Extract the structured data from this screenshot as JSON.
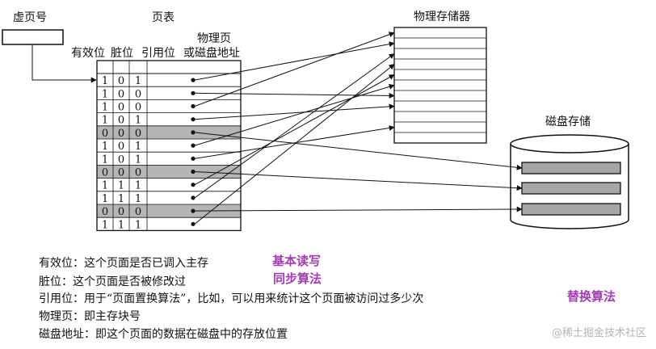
{
  "labels": {
    "virtual_page": "虚页号",
    "page_table": "页表",
    "col_valid": "有效位",
    "col_dirty": "脏位",
    "col_ref": "引用位",
    "col_addr_line1": "物理页",
    "col_addr_line2": "或磁盘地址",
    "physical_memory": "物理存储器",
    "disk": "磁盘存储"
  },
  "rows": [
    {
      "valid": "1",
      "dirty": "0",
      "ref": "1",
      "target": "mem",
      "slot": 1
    },
    {
      "valid": "1",
      "dirty": "0",
      "ref": "0",
      "target": "mem",
      "slot": 6
    },
    {
      "valid": "1",
      "dirty": "0",
      "ref": "0",
      "target": "mem",
      "slot": 0
    },
    {
      "valid": "1",
      "dirty": "0",
      "ref": "1",
      "target": "mem",
      "slot": 7
    },
    {
      "valid": "0",
      "dirty": "0",
      "ref": "0",
      "target": "disk",
      "slot": 0
    },
    {
      "valid": "1",
      "dirty": "0",
      "ref": "1",
      "target": "mem",
      "slot": 5
    },
    {
      "valid": "1",
      "dirty": "0",
      "ref": "1",
      "target": "mem",
      "slot": 9
    },
    {
      "valid": "0",
      "dirty": "0",
      "ref": "0",
      "target": "disk",
      "slot": 1
    },
    {
      "valid": "1",
      "dirty": "1",
      "ref": "1",
      "target": "mem",
      "slot": 4
    },
    {
      "valid": "1",
      "dirty": "1",
      "ref": "1",
      "target": "mem",
      "slot": 2
    },
    {
      "valid": "0",
      "dirty": "0",
      "ref": "0",
      "target": "disk",
      "slot": 2
    },
    {
      "valid": "1",
      "dirty": "1",
      "ref": "1",
      "target": "mem",
      "slot": 3
    }
  ],
  "memory_slots": 11,
  "disk_slots": 3,
  "colors": {
    "invalid_row": "#b5b5b5",
    "disk_block": "#a6a6a6",
    "highlight": "#a23ab4"
  },
  "descriptions": [
    {
      "text": "有效位：这个页面是否已调入主存",
      "tag": "基本读写"
    },
    {
      "text": "脏位：这个页面是否被修改过",
      "tag": "同步算法"
    },
    {
      "text": "引用位：用于“页面置换算法”，比如，可以用来统计这个页面被访问过多少次",
      "tag": "替换算法"
    },
    {
      "text": "物理页：即主存块号",
      "tag": ""
    },
    {
      "text": "磁盘地址：即这个页面的数据在磁盘中的存放位置",
      "tag": ""
    }
  ],
  "watermark": "@稀土掘金技术社区"
}
